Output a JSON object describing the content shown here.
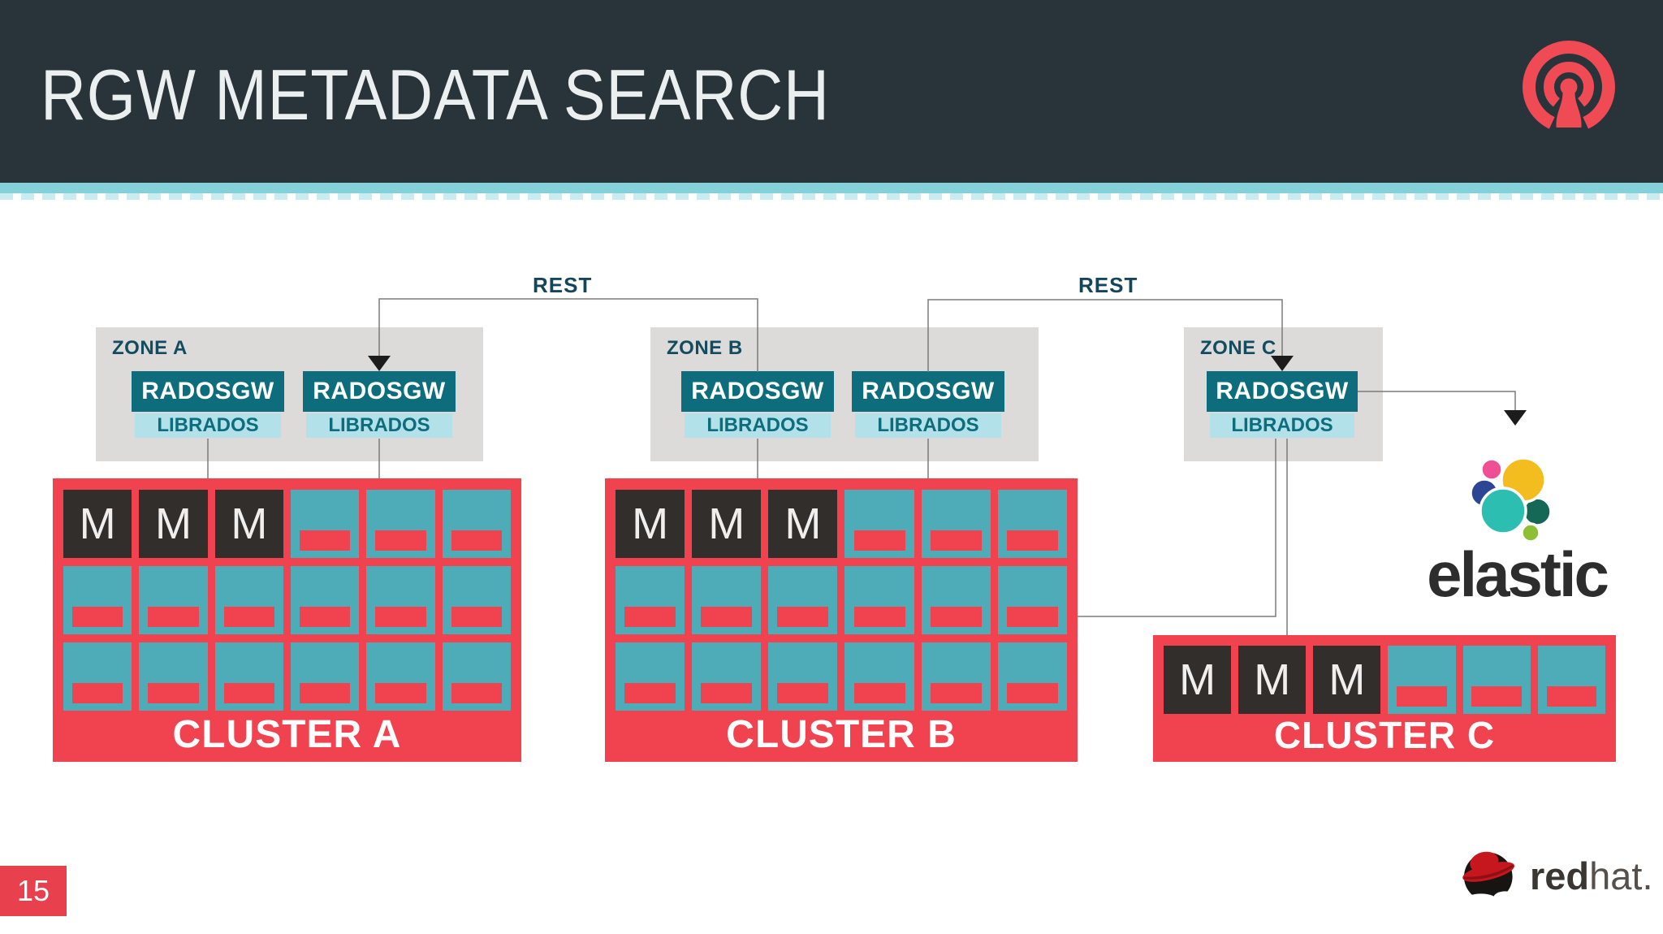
{
  "header": {
    "title": "RGW METADATA SEARCH"
  },
  "labels": {
    "rest": "REST",
    "radosgw": "RADOSGW",
    "librados": "LIBRADOS",
    "monitor": "M"
  },
  "zones": [
    {
      "label": "ZONE A"
    },
    {
      "label": "ZONE B"
    },
    {
      "label": "ZONE C"
    }
  ],
  "clusters": [
    {
      "label": "CLUSTER A"
    },
    {
      "label": "CLUSTER B"
    },
    {
      "label": "CLUSTER C"
    }
  ],
  "logos": {
    "elastic": "elastic",
    "redhat_part1": "red",
    "redhat_part2": "hat.",
    "ceph_icon": "ceph-logo",
    "elastic_icon": "elastic-logo",
    "redhat_icon": "redhat-logo"
  },
  "footer": {
    "page_number": "15"
  },
  "colors": {
    "header_bg": "#28333A",
    "header_strip": "#85D1D9",
    "title_text": "#ECEFF0",
    "zone_bg": "#DCDBDA",
    "zone_text": "#134B5F",
    "radosgw_bg": "#0D6D7C",
    "librados_bg": "#B2E1EA",
    "cluster_red": "#F0424F",
    "osd_teal": "#4EACB9",
    "monitor_dark": "#322E2C",
    "ceph_red": "#F04A55",
    "connector_gray": "#7B7B7B",
    "elastic_yellow": "#F3BC1F",
    "elastic_teal": "#2CBFB1",
    "elastic_pink": "#EF5095",
    "elastic_blue": "#2D4595",
    "elastic_green_dark": "#156856",
    "elastic_green_light": "#8DBE36",
    "page_badge_red": "#E8414D"
  }
}
